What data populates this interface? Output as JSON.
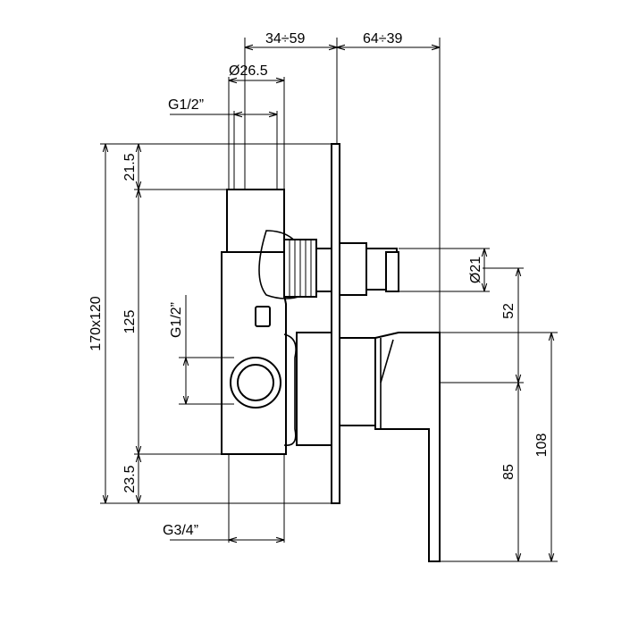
{
  "dimensions": {
    "top_left": "34÷59",
    "top_right": "64÷39",
    "diameter_body": "Ø26.5",
    "thread_top": "G1/2”",
    "plate_height": "170x120",
    "top_offset": "21.5",
    "body_height": "125",
    "bottom_offset": "23.5",
    "thread_side": "G1/2”",
    "thread_bottom": "G3/4”",
    "diameter_stem": "Ø21",
    "offset_52": "52",
    "offset_85": "85",
    "handle_108": "108"
  },
  "colors": {
    "line": "#000000",
    "background": "#ffffff"
  }
}
